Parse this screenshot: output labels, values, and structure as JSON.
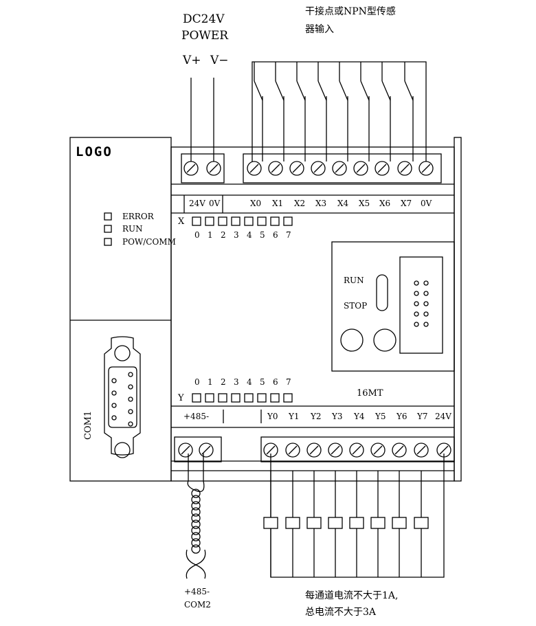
{
  "power": {
    "title_line1": "DC24V",
    "title_line2": "POWER",
    "vplus": "V+",
    "vminus": "V−"
  },
  "input_note": {
    "line1": "干接点或NPN型传感",
    "line2": "器输入"
  },
  "logo": "LOGO",
  "status_leds": [
    {
      "label": "ERROR"
    },
    {
      "label": "RUN"
    },
    {
      "label": "POW/COMM"
    }
  ],
  "com1_label": "COM1",
  "top_terminals": {
    "left": [
      "24V",
      "0V"
    ],
    "right": [
      "X0",
      "X1",
      "X2",
      "X3",
      "X4",
      "X5",
      "X6",
      "X7",
      "0V"
    ]
  },
  "x_led": {
    "prefix": "X",
    "numbers": [
      "0",
      "1",
      "2",
      "3",
      "4",
      "5",
      "6",
      "7"
    ]
  },
  "switch_panel": {
    "run": "RUN",
    "stop": "STOP"
  },
  "y_led": {
    "prefix": "Y",
    "numbers": [
      "0",
      "1",
      "2",
      "3",
      "4",
      "5",
      "6",
      "7"
    ]
  },
  "model": "16MT",
  "bottom_terminals": {
    "left": "+485-",
    "right": [
      "Y0",
      "Y1",
      "Y2",
      "Y3",
      "Y4",
      "Y5",
      "Y6",
      "Y7",
      "24V"
    ]
  },
  "com2": {
    "line1": "+485-",
    "line2": "COM2"
  },
  "output_note": {
    "line1": "每通道电流不大于1A,",
    "line2": "总电流不大于3A"
  }
}
